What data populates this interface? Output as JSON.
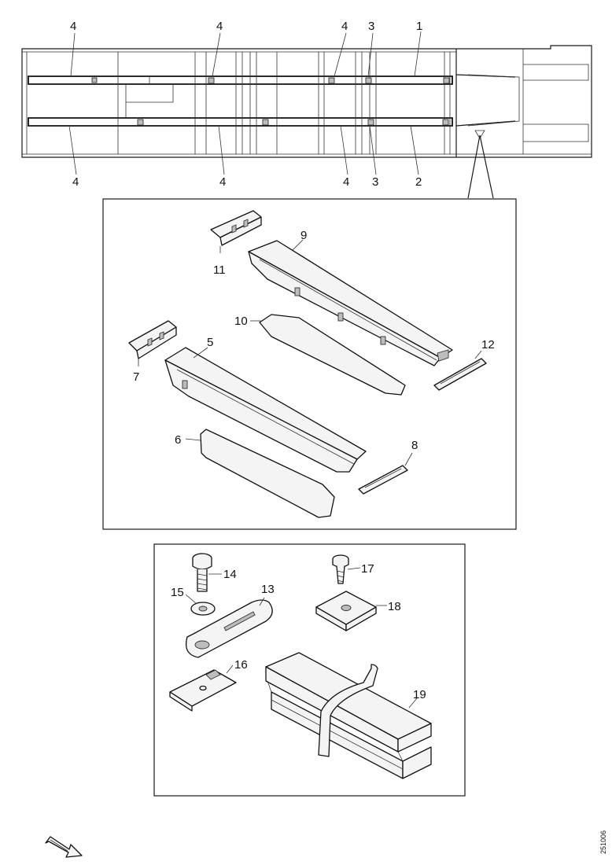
{
  "callouts": {
    "c1": "1",
    "c2": "2",
    "c3a": "3",
    "c3b": "3",
    "c4a": "4",
    "c4b": "4",
    "c4c": "4",
    "c4d": "4",
    "c4e": "4",
    "c4f": "4",
    "c5": "5",
    "c6": "6",
    "c7": "7",
    "c8": "8",
    "c9": "9",
    "c10": "10",
    "c11": "11",
    "c12": "12",
    "c13": "13",
    "c14": "14",
    "c15": "15",
    "c16": "16",
    "c17": "17",
    "c18": "18",
    "c19": "19"
  },
  "reference_code": "251006",
  "icons": {
    "direction_arrow": "direction-arrow-icon"
  }
}
